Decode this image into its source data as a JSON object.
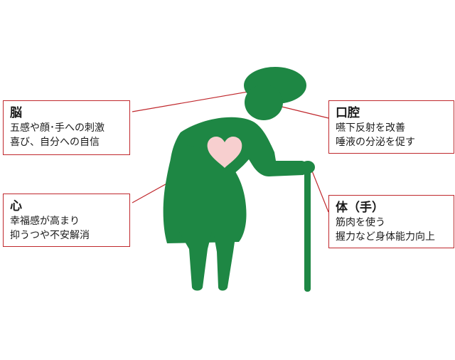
{
  "colors": {
    "figure": "#1e8744",
    "heart": "#f7cfcf",
    "connector": "#c0282d",
    "box_border": "#c0282d"
  },
  "callouts": {
    "brain": {
      "title": "脳",
      "lines": [
        "五感や顔･手への刺激",
        "喜び、自分への自信"
      ]
    },
    "heart": {
      "title": "心",
      "lines": [
        "幸福感が高まり",
        "抑うつや不安解消"
      ]
    },
    "mouth": {
      "title": "口腔",
      "lines": [
        "嚥下反射を改善",
        "唾液の分泌を促す"
      ]
    },
    "body": {
      "title": "体（手）",
      "lines": [
        "筋肉を使う",
        "握力など身体能力向上"
      ]
    }
  }
}
